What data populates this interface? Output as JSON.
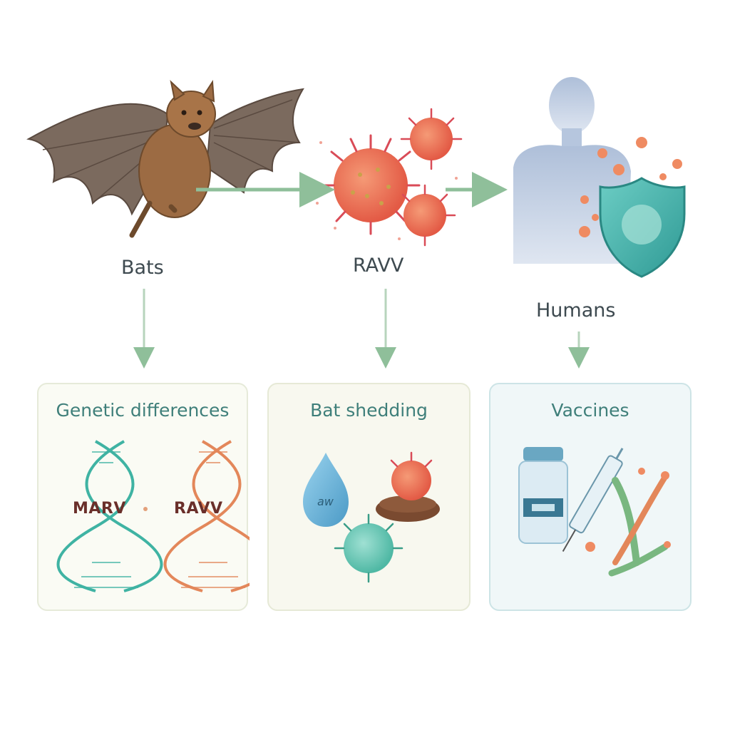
{
  "nodes": {
    "bats": "Bats",
    "virus": "RAVV",
    "humans": "Humans"
  },
  "panels": {
    "genetic": {
      "title": "Genetic differences",
      "left_label": "MARV",
      "right_label": "RAVV"
    },
    "shedding": {
      "title": "Bat shedding",
      "drop_text": "aw"
    },
    "vaccines": {
      "title": "Vaccines"
    }
  },
  "colors": {
    "arrow": "#8fbf9a",
    "teal": "#3fb3a3",
    "orange": "#e3875a",
    "virus_red": "#e8664f",
    "bat_brown": "#8b5e3c",
    "shield": "#4bb5b0"
  }
}
